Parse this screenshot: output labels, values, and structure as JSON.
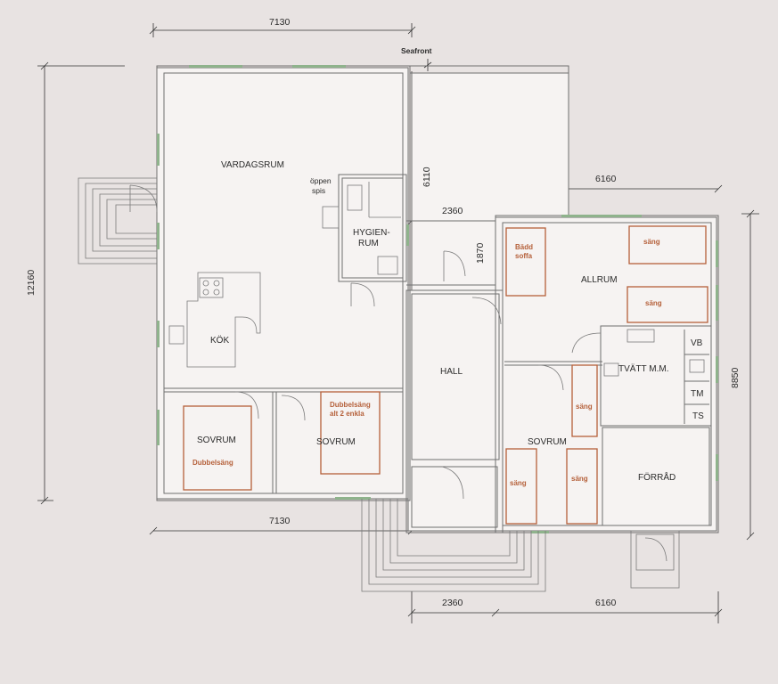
{
  "labels": {
    "seafront": "Seafront",
    "vardagsrum": "VARDAGSRUM",
    "oppen_spis_1": "öppen",
    "oppen_spis_2": "spis",
    "hygienrum_1": "HYGIEN-",
    "hygienrum_2": "RUM",
    "kok": "KÖK",
    "hall": "HALL",
    "allrum": "ALLRUM",
    "tvatt": "TVÄTT M.M.",
    "vb": "VB",
    "tm": "TM",
    "ts": "TS",
    "sovrum_1": "SOVRUM",
    "sovrum_2": "SOVRUM",
    "sovrum_3": "SOVRUM",
    "forrad": "FÖRRÅD"
  },
  "furniture": {
    "bedd_soffa_1": "Bädd",
    "bedd_soffa_2": "soffa",
    "sang_top": "säng",
    "sang_mid": "säng",
    "sang_tvatt": "säng",
    "sang_left": "säng",
    "sang_right": "säng",
    "dubbelsang_1": "Dubbelsäng",
    "dubbelsang_2_1": "Dubbelsäng",
    "dubbelsang_2_2": "alt 2 enkla"
  },
  "dimensions": {
    "top_width": "7130",
    "bottom_width": "7130",
    "left_height": "12160",
    "right_height": "8850",
    "upper_right_width": "6160",
    "lower_right_width": "6160",
    "hall_width_top": "2360",
    "hall_width_bottom": "2360",
    "vertical_6110": "6110",
    "vertical_1870": "1870"
  }
}
